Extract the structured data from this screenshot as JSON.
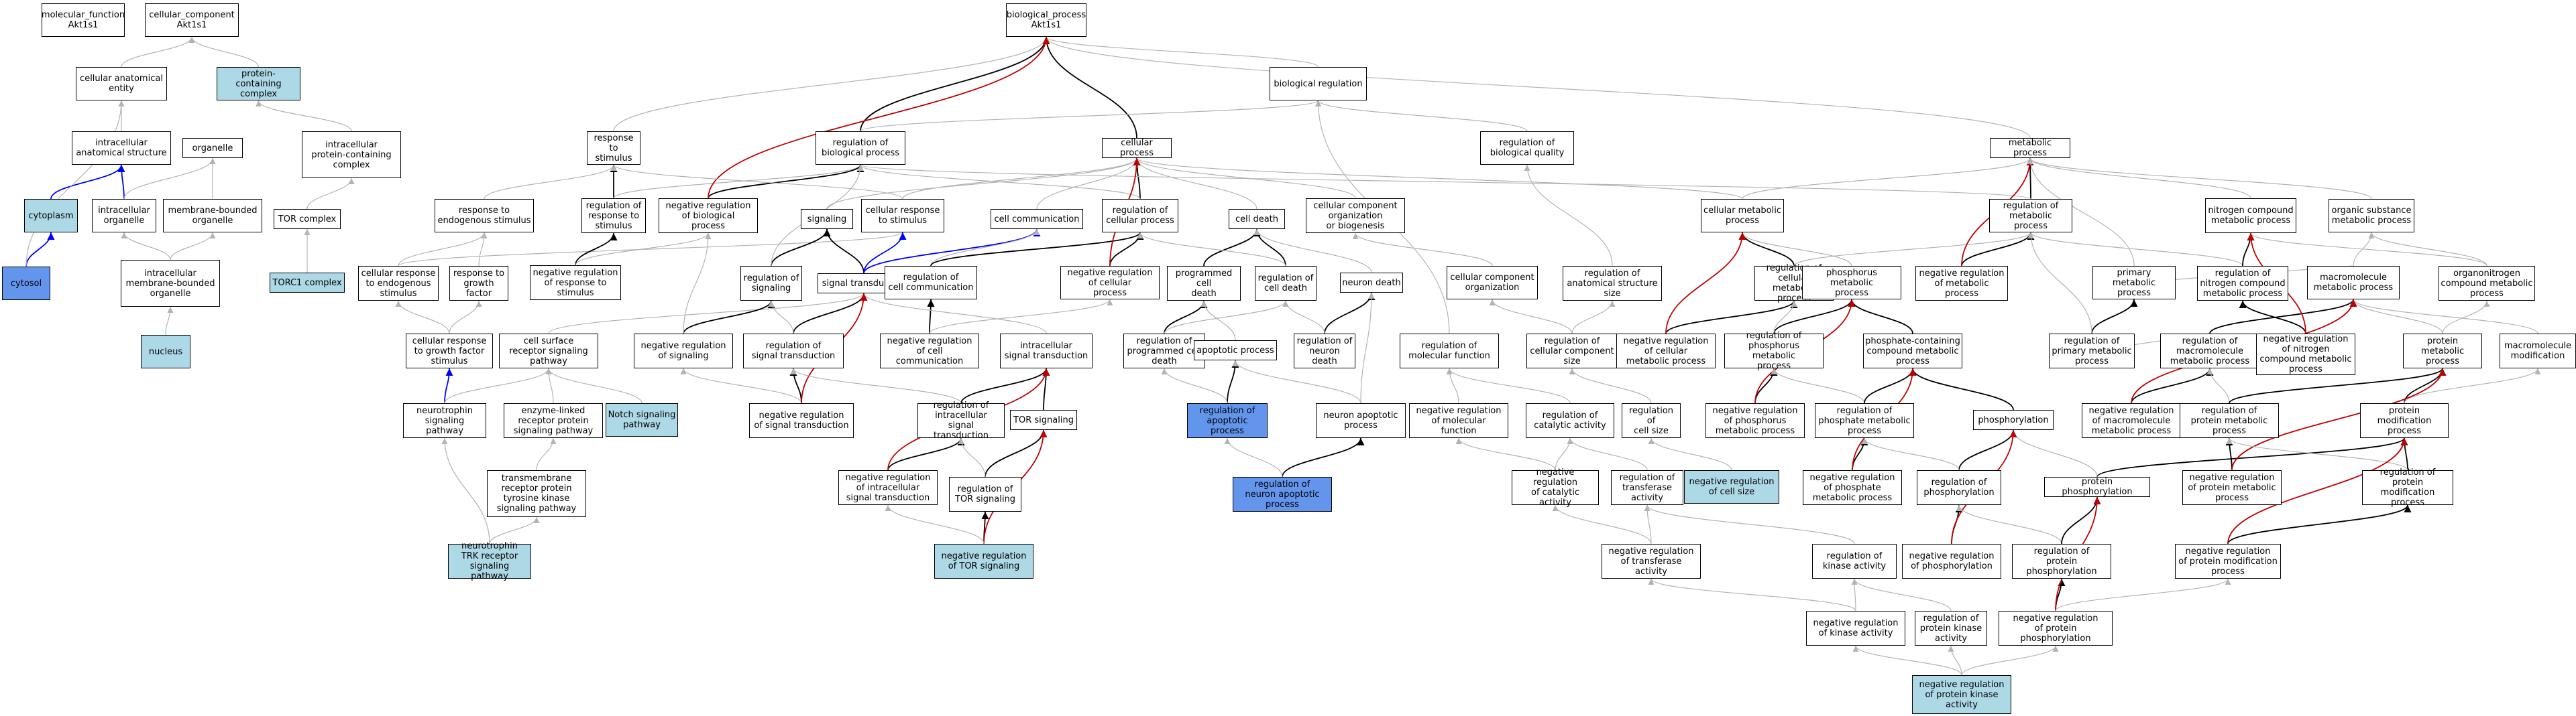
{
  "colors": {
    "edge_gray": "#b3b3b3",
    "edge_blue": "#0000ff",
    "edge_red": "#c00000",
    "edge_black": "#000000",
    "node_light": "#add8e6",
    "node_dark": "#6495ed"
  },
  "nodes": [
    {
      "id": "mf",
      "label": "molecular_function\nAkt1s1"
    },
    {
      "id": "cc",
      "label": "cellular_component\nAkt1s1"
    },
    {
      "id": "bp",
      "label": "biological_process\nAkt1s1"
    },
    {
      "id": "cae",
      "label": "cellular anatomical\nentity"
    },
    {
      "id": "pcc",
      "label": "protein-containing\ncomplex",
      "color": "light"
    },
    {
      "id": "bioreg",
      "label": "biological regulation"
    },
    {
      "id": "ias",
      "label": "intracellular\nanatomical structure"
    },
    {
      "id": "organelle",
      "label": "organelle"
    },
    {
      "id": "ipcc",
      "label": "intracellular\nprotein-containing\ncomplex"
    },
    {
      "id": "rts",
      "label": "response to\nstimulus"
    },
    {
      "id": "rbp",
      "label": "regulation of\nbiological process"
    },
    {
      "id": "cp",
      "label": "cellular process"
    },
    {
      "id": "rbq",
      "label": "regulation of\nbiological quality"
    },
    {
      "id": "mp",
      "label": "metabolic process"
    },
    {
      "id": "cytoplasm",
      "label": "cytoplasm",
      "color": "light"
    },
    {
      "id": "io",
      "label": "intracellular\norganelle"
    },
    {
      "id": "mbo",
      "label": "membrane-bounded\norganelle"
    },
    {
      "id": "torc",
      "label": "TOR complex"
    },
    {
      "id": "res",
      "label": "response to\nendogenous stimulus"
    },
    {
      "id": "rrs",
      "label": "regulation of\nresponse to\nstimulus"
    },
    {
      "id": "nrbp",
      "label": "negative regulation\nof biological\nprocess"
    },
    {
      "id": "signaling",
      "label": "signaling"
    },
    {
      "id": "crs",
      "label": "cellular response\nto stimulus"
    },
    {
      "id": "cellcomm",
      "label": "cell communication"
    },
    {
      "id": "rcp",
      "label": "regulation of\ncellular process"
    },
    {
      "id": "celldeath",
      "label": "cell death"
    },
    {
      "id": "ccob",
      "label": "cellular component\norganization\nor biogenesis"
    },
    {
      "id": "cmp",
      "label": "cellular metabolic\nprocess"
    },
    {
      "id": "rmp",
      "label": "regulation of\nmetabolic process"
    },
    {
      "id": "ncmp",
      "label": "nitrogen compound\nmetabolic process"
    },
    {
      "id": "osmp",
      "label": "organic substance\nmetabolic process"
    },
    {
      "id": "cytosol",
      "label": "cytosol",
      "color": "dark"
    },
    {
      "id": "imbo",
      "label": "intracellular\nmembrane-bounded\norganelle"
    },
    {
      "id": "torc1",
      "label": "TORC1 complex",
      "color": "light"
    },
    {
      "id": "cres",
      "label": "cellular response\nto endogenous\nstimulus"
    },
    {
      "id": "rgf",
      "label": "response to\ngrowth factor"
    },
    {
      "id": "nrrs",
      "label": "negative regulation\nof response to\nstimulus"
    },
    {
      "id": "rsig",
      "label": "regulation of\nsignaling"
    },
    {
      "id": "st",
      "label": "signal transduction"
    },
    {
      "id": "rcc",
      "label": "regulation of\ncell communication"
    },
    {
      "id": "nrcp",
      "label": "negative regulation\nof cellular\nprocess"
    },
    {
      "id": "pcd",
      "label": "programmed cell\ndeath"
    },
    {
      "id": "rcd",
      "label": "regulation of\ncell death"
    },
    {
      "id": "nd",
      "label": "neuron death"
    },
    {
      "id": "cco",
      "label": "cellular component\norganization"
    },
    {
      "id": "rass",
      "label": "regulation of\nanatomical structure\nsize"
    },
    {
      "id": "rcmp",
      "label": "regulation of\ncellular metabolic\nprocess"
    },
    {
      "id": "pmp",
      "label": "phosphorus metabolic\nprocess"
    },
    {
      "id": "nrmp",
      "label": "negative regulation\nof metabolic\nprocess"
    },
    {
      "id": "primp",
      "label": "primary metabolic\nprocess"
    },
    {
      "id": "rncmp",
      "label": "regulation of\nnitrogen compound\nmetabolic process"
    },
    {
      "id": "macmp",
      "label": "macromolecule\nmetabolic process"
    },
    {
      "id": "oncmp",
      "label": "organonitrogen\ncompound metabolic\nprocess"
    },
    {
      "id": "nucleus",
      "label": "nucleus",
      "color": "light"
    },
    {
      "id": "crgf",
      "label": "cellular response\nto growth factor\nstimulus"
    },
    {
      "id": "csrsp",
      "label": "cell surface\nreceptor signaling\npathway"
    },
    {
      "id": "nrsig",
      "label": "negative regulation\nof signaling"
    },
    {
      "id": "rst",
      "label": "regulation of\nsignal transduction"
    },
    {
      "id": "nrcc",
      "label": "negative regulation\nof cell communication"
    },
    {
      "id": "ist",
      "label": "intracellular\nsignal transduction"
    },
    {
      "id": "rpcd",
      "label": "regulation of\nprogrammed cell\ndeath"
    },
    {
      "id": "ap",
      "label": "apoptotic process"
    },
    {
      "id": "rnd",
      "label": "regulation of\nneuron death"
    },
    {
      "id": "rmf",
      "label": "regulation of\nmolecular function"
    },
    {
      "id": "rccs",
      "label": "regulation of\ncellular component\nsize"
    },
    {
      "id": "nrcmp",
      "label": "negative regulation\nof cellular\nmetabolic process"
    },
    {
      "id": "rpmp",
      "label": "regulation of\nphosphorus metabolic\nprocess"
    },
    {
      "id": "pccmp",
      "label": "phosphate-containing\ncompound metabolic\nprocess"
    },
    {
      "id": "rprimp",
      "label": "regulation of\nprimary metabolic\nprocess"
    },
    {
      "id": "rmmp",
      "label": "regulation of\nmacromolecule\nmetabolic process"
    },
    {
      "id": "nrncmp",
      "label": "negative regulation\nof nitrogen\ncompound metabolic\nprocess"
    },
    {
      "id": "protmp",
      "label": "protein metabolic\nprocess"
    },
    {
      "id": "macmod",
      "label": "macromolecule\nmodification"
    },
    {
      "id": "ntsp",
      "label": "neurotrophin\nsignaling pathway"
    },
    {
      "id": "elrpsp",
      "label": "enzyme-linked\nreceptor protein\nsignaling pathway"
    },
    {
      "id": "notch",
      "label": "Notch signaling\npathway",
      "color": "light"
    },
    {
      "id": "nrst",
      "label": "negative regulation\nof signal transduction"
    },
    {
      "id": "rist",
      "label": "regulation of\nintracellular\nsignal transduction"
    },
    {
      "id": "tors",
      "label": "TOR signaling"
    },
    {
      "id": "rap",
      "label": "regulation of\napoptotic process",
      "color": "dark"
    },
    {
      "id": "nap",
      "label": "neuron apoptotic\nprocess"
    },
    {
      "id": "nrmf",
      "label": "negative regulation\nof molecular\nfunction"
    },
    {
      "id": "rca",
      "label": "regulation of\ncatalytic activity"
    },
    {
      "id": "rcs",
      "label": "regulation of\ncell size"
    },
    {
      "id": "nrpmp",
      "label": "negative regulation\nof phosphorus\nmetabolic process"
    },
    {
      "id": "rphmp",
      "label": "regulation of\nphosphate metabolic\nprocess"
    },
    {
      "id": "phos",
      "label": "phosphorylation"
    },
    {
      "id": "nrmmp",
      "label": "negative regulation\nof macromolecule\nmetabolic process"
    },
    {
      "id": "rprotmp",
      "label": "regulation of\nprotein metabolic\nprocess"
    },
    {
      "id": "protmod",
      "label": "protein modification\nprocess"
    },
    {
      "id": "tmrptk",
      "label": "transmembrane\nreceptor protein\ntyrosine kinase\nsignaling pathway"
    },
    {
      "id": "nrist",
      "label": "negative regulation\nof intracellular\nsignal transduction"
    },
    {
      "id": "rtors",
      "label": "regulation of\nTOR signaling"
    },
    {
      "id": "rnap",
      "label": "regulation of\nneuron apoptotic\nprocess",
      "color": "dark"
    },
    {
      "id": "rta",
      "label": "regulation of\ntransferase\nactivity"
    },
    {
      "id": "nrca",
      "label": "negative regulation\nof catalytic\nactivity"
    },
    {
      "id": "nrcs",
      "label": "negative regulation\nof cell size",
      "color": "light"
    },
    {
      "id": "nrphmp",
      "label": "negative regulation\nof phosphate\nmetabolic process"
    },
    {
      "id": "rphos",
      "label": "regulation of\nphosphorylation"
    },
    {
      "id": "pphos",
      "label": "protein phosphorylation"
    },
    {
      "id": "nrprotmp",
      "label": "negative regulation\nof protein metabolic\nprocess"
    },
    {
      "id": "rpmodp",
      "label": "regulation of\nprotein modification\nprocess"
    },
    {
      "id": "ntrk",
      "label": "neurotrophin\nTRK receptor\nsignaling pathway",
      "color": "light"
    },
    {
      "id": "nrtors",
      "label": "negative regulation\nof TOR signaling",
      "color": "light"
    },
    {
      "id": "nrta",
      "label": "negative regulation\nof transferase\nactivity"
    },
    {
      "id": "rka",
      "label": "regulation of\nkinase activity"
    },
    {
      "id": "nrphos",
      "label": "negative regulation\nof phosphorylation"
    },
    {
      "id": "rpphos",
      "label": "regulation of\nprotein phosphorylation"
    },
    {
      "id": "nrpmodp",
      "label": "negative regulation\nof protein modification\nprocess"
    },
    {
      "id": "nrka",
      "label": "negative regulation\nof kinase activity"
    },
    {
      "id": "rpka",
      "label": "regulation of\nprotein kinase\nactivity"
    },
    {
      "id": "nrpphos",
      "label": "negative regulation\nof protein phosphorylation"
    },
    {
      "id": "nrpka",
      "label": "negative regulation\nof protein kinase\nactivity",
      "color": "light"
    }
  ],
  "edges": [
    [
      "cae",
      "cc",
      "g"
    ],
    [
      "pcc",
      "cc",
      "g"
    ],
    [
      "ias",
      "cae",
      "g"
    ],
    [
      "cytoplasm",
      "ias",
      "b"
    ],
    [
      "io",
      "ias",
      "b"
    ],
    [
      "cytosol",
      "cytoplasm",
      "b"
    ],
    [
      "cytosol",
      "cae",
      "g"
    ],
    [
      "io",
      "organelle",
      "g"
    ],
    [
      "mbo",
      "organelle",
      "g"
    ],
    [
      "imbo",
      "io",
      "g"
    ],
    [
      "imbo",
      "mbo",
      "g"
    ],
    [
      "nucleus",
      "imbo",
      "g"
    ],
    [
      "ipcc",
      "pcc",
      "g"
    ],
    [
      "torc",
      "ipcc",
      "g"
    ],
    [
      "torc1",
      "torc",
      "g"
    ],
    [
      "bioreg",
      "bp",
      "g"
    ],
    [
      "rts",
      "bp",
      "g"
    ],
    [
      "rbp",
      "bp",
      "k"
    ],
    [
      "cp",
      "bp",
      "k"
    ],
    [
      "mp",
      "bp",
      "g"
    ],
    [
      "rbp",
      "bioreg",
      "g"
    ],
    [
      "rbq",
      "bioreg",
      "g"
    ],
    [
      "res",
      "rts",
      "g"
    ],
    [
      "rrs",
      "rts",
      "k"
    ],
    [
      "rrs",
      "rbp",
      "g"
    ],
    [
      "nrbp",
      "rbp",
      "k"
    ],
    [
      "nrbp",
      "bp",
      "r"
    ],
    [
      "signaling",
      "cp",
      "g"
    ],
    [
      "crs",
      "cp",
      "g"
    ],
    [
      "crs",
      "rts",
      "g"
    ],
    [
      "cellcomm",
      "cp",
      "g"
    ],
    [
      "rcp",
      "cp",
      "k"
    ],
    [
      "rcp",
      "rbp",
      "g"
    ],
    [
      "celldeath",
      "cp",
      "g"
    ],
    [
      "ccob",
      "cp",
      "g"
    ],
    [
      "cmp",
      "cp",
      "g"
    ],
    [
      "cmp",
      "mp",
      "g"
    ],
    [
      "rmp",
      "mp",
      "k"
    ],
    [
      "rmp",
      "rbp",
      "g"
    ],
    [
      "ncmp",
      "mp",
      "g"
    ],
    [
      "osmp",
      "mp",
      "g"
    ],
    [
      "cres",
      "res",
      "g"
    ],
    [
      "cres",
      "crs",
      "g"
    ],
    [
      "rgf",
      "res",
      "g"
    ],
    [
      "nrrs",
      "rrs",
      "k"
    ],
    [
      "nrrs",
      "nrbp",
      "g"
    ],
    [
      "rsig",
      "signaling",
      "k"
    ],
    [
      "rsig",
      "rbp",
      "g"
    ],
    [
      "st",
      "signaling",
      "k"
    ],
    [
      "st",
      "cellcomm",
      "b"
    ],
    [
      "st",
      "crs",
      "b"
    ],
    [
      "rcc",
      "cellcomm",
      "g"
    ],
    [
      "rcc",
      "rcp",
      "k"
    ],
    [
      "nrcp",
      "rcp",
      "k"
    ],
    [
      "nrcp",
      "cp",
      "r"
    ],
    [
      "pcd",
      "celldeath",
      "k"
    ],
    [
      "rcd",
      "celldeath",
      "k"
    ],
    [
      "rcd",
      "rcp",
      "g"
    ],
    [
      "nd",
      "celldeath",
      "g"
    ],
    [
      "cco",
      "ccob",
      "g"
    ],
    [
      "rass",
      "rbq",
      "g"
    ],
    [
      "rcmp",
      "cmp",
      "k"
    ],
    [
      "rcmp",
      "rmp",
      "g"
    ],
    [
      "pmp",
      "cmp",
      "g"
    ],
    [
      "nrmp",
      "rmp",
      "k"
    ],
    [
      "nrmp",
      "mp",
      "r"
    ],
    [
      "primp",
      "mp",
      "g"
    ],
    [
      "rncmp",
      "rmp",
      "g"
    ],
    [
      "rncmp",
      "ncmp",
      "k"
    ],
    [
      "macmp",
      "primp",
      "g"
    ],
    [
      "macmp",
      "osmp",
      "g"
    ],
    [
      "oncmp",
      "ncmp",
      "g"
    ],
    [
      "oncmp",
      "osmp",
      "g"
    ],
    [
      "crgf",
      "rgf",
      "g"
    ],
    [
      "crgf",
      "cres",
      "g"
    ],
    [
      "csrsp",
      "st",
      "g"
    ],
    [
      "nrsig",
      "rsig",
      "k"
    ],
    [
      "nrsig",
      "nrbp",
      "g"
    ],
    [
      "rst",
      "st",
      "k"
    ],
    [
      "rst",
      "rsig",
      "g"
    ],
    [
      "nrcc",
      "rcc",
      "k"
    ],
    [
      "nrcc",
      "nrcp",
      "g"
    ],
    [
      "ist",
      "st",
      "g"
    ],
    [
      "rpcd",
      "pcd",
      "k"
    ],
    [
      "rpcd",
      "rcd",
      "g"
    ],
    [
      "ap",
      "pcd",
      "g"
    ],
    [
      "rnd",
      "nd",
      "k"
    ],
    [
      "rnd",
      "rcd",
      "g"
    ],
    [
      "rmf",
      "bioreg",
      "g"
    ],
    [
      "rccs",
      "cco",
      "g"
    ],
    [
      "rccs",
      "rass",
      "g"
    ],
    [
      "nrcmp",
      "rcmp",
      "k"
    ],
    [
      "nrcmp",
      "cmp",
      "r"
    ],
    [
      "rpmp",
      "pmp",
      "k"
    ],
    [
      "rpmp",
      "rcmp",
      "g"
    ],
    [
      "pccmp",
      "pmp",
      "k"
    ],
    [
      "rprimp",
      "primp",
      "k"
    ],
    [
      "rprimp",
      "rmp",
      "g"
    ],
    [
      "rmmp",
      "macmp",
      "k"
    ],
    [
      "rmmp",
      "rprimp",
      "g"
    ],
    [
      "nrncmp",
      "rncmp",
      "k"
    ],
    [
      "nrncmp",
      "ncmp",
      "r"
    ],
    [
      "protmp",
      "macmp",
      "g"
    ],
    [
      "protmp",
      "oncmp",
      "g"
    ],
    [
      "macmod",
      "macmp",
      "g"
    ],
    [
      "ntsp",
      "crgf",
      "b"
    ],
    [
      "ntsp",
      "csrsp",
      "g"
    ],
    [
      "elrpsp",
      "csrsp",
      "g"
    ],
    [
      "notch",
      "csrsp",
      "g"
    ],
    [
      "nrst",
      "rst",
      "k"
    ],
    [
      "nrst",
      "nrsig",
      "g"
    ],
    [
      "nrst",
      "st",
      "r"
    ],
    [
      "rist",
      "ist",
      "k"
    ],
    [
      "rist",
      "rst",
      "g"
    ],
    [
      "tors",
      "ist",
      "k"
    ],
    [
      "rap",
      "ap",
      "k"
    ],
    [
      "rap",
      "rpcd",
      "g"
    ],
    [
      "nap",
      "ap",
      "g"
    ],
    [
      "nap",
      "nd",
      "g"
    ],
    [
      "nrmf",
      "rmf",
      "g"
    ],
    [
      "rca",
      "rmf",
      "g"
    ],
    [
      "rcs",
      "rccs",
      "g"
    ],
    [
      "nrpmp",
      "rpmp",
      "k"
    ],
    [
      "nrpmp",
      "pmp",
      "r"
    ],
    [
      "rphmp",
      "rpmp",
      "g"
    ],
    [
      "rphmp",
      "pccmp",
      "k"
    ],
    [
      "phos",
      "pccmp",
      "k"
    ],
    [
      "nrmmp",
      "rmmp",
      "k"
    ],
    [
      "nrmmp",
      "macmp",
      "r"
    ],
    [
      "rprotmp",
      "rmmp",
      "g"
    ],
    [
      "rprotmp",
      "protmp",
      "k"
    ],
    [
      "protmod",
      "protmp",
      "k"
    ],
    [
      "protmod",
      "macmod",
      "g"
    ],
    [
      "tmrptk",
      "elrpsp",
      "g"
    ],
    [
      "nrist",
      "rist",
      "k"
    ],
    [
      "nrist",
      "ist",
      "r"
    ],
    [
      "rtors",
      "tors",
      "k"
    ],
    [
      "rtors",
      "rist",
      "g"
    ],
    [
      "rnap",
      "nap",
      "k"
    ],
    [
      "rnap",
      "rap",
      "g"
    ],
    [
      "rta",
      "rca",
      "g"
    ],
    [
      "nrca",
      "rca",
      "g"
    ],
    [
      "nrca",
      "nrmf",
      "g"
    ],
    [
      "nrcs",
      "rcs",
      "g"
    ],
    [
      "nrphmp",
      "rphmp",
      "k"
    ],
    [
      "nrphmp",
      "pccmp",
      "r"
    ],
    [
      "rphos",
      "phos",
      "k"
    ],
    [
      "rphos",
      "rphmp",
      "g"
    ],
    [
      "pphos",
      "protmod",
      "k"
    ],
    [
      "pphos",
      "phos",
      "g"
    ],
    [
      "nrprotmp",
      "rprotmp",
      "k"
    ],
    [
      "nrprotmp",
      "protmp",
      "r"
    ],
    [
      "rpmodp",
      "protmod",
      "k"
    ],
    [
      "rpmodp",
      "rprotmp",
      "g"
    ],
    [
      "ntrk",
      "ntsp",
      "g"
    ],
    [
      "ntrk",
      "tmrptk",
      "g"
    ],
    [
      "nrtors",
      "rtors",
      "k"
    ],
    [
      "nrtors",
      "tors",
      "r"
    ],
    [
      "nrtors",
      "nrist",
      "g"
    ],
    [
      "nrta",
      "rta",
      "g"
    ],
    [
      "nrta",
      "nrca",
      "g"
    ],
    [
      "rka",
      "rta",
      "g"
    ],
    [
      "nrphos",
      "rphos",
      "k"
    ],
    [
      "nrphos",
      "phos",
      "r"
    ],
    [
      "rpphos",
      "rphos",
      "g"
    ],
    [
      "rpphos",
      "pphos",
      "k"
    ],
    [
      "nrpmodp",
      "rpmodp",
      "k"
    ],
    [
      "nrpmodp",
      "protmod",
      "r"
    ],
    [
      "nrka",
      "rka",
      "g"
    ],
    [
      "nrka",
      "nrta",
      "g"
    ],
    [
      "rpka",
      "rka",
      "g"
    ],
    [
      "nrpphos",
      "rpphos",
      "k"
    ],
    [
      "nrpphos",
      "pphos",
      "r"
    ],
    [
      "nrpphos",
      "nrpmodp",
      "g"
    ],
    [
      "nrpka",
      "nrka",
      "g"
    ],
    [
      "nrpka",
      "rpka",
      "g"
    ],
    [
      "nrpka",
      "nrpphos",
      "g"
    ]
  ]
}
